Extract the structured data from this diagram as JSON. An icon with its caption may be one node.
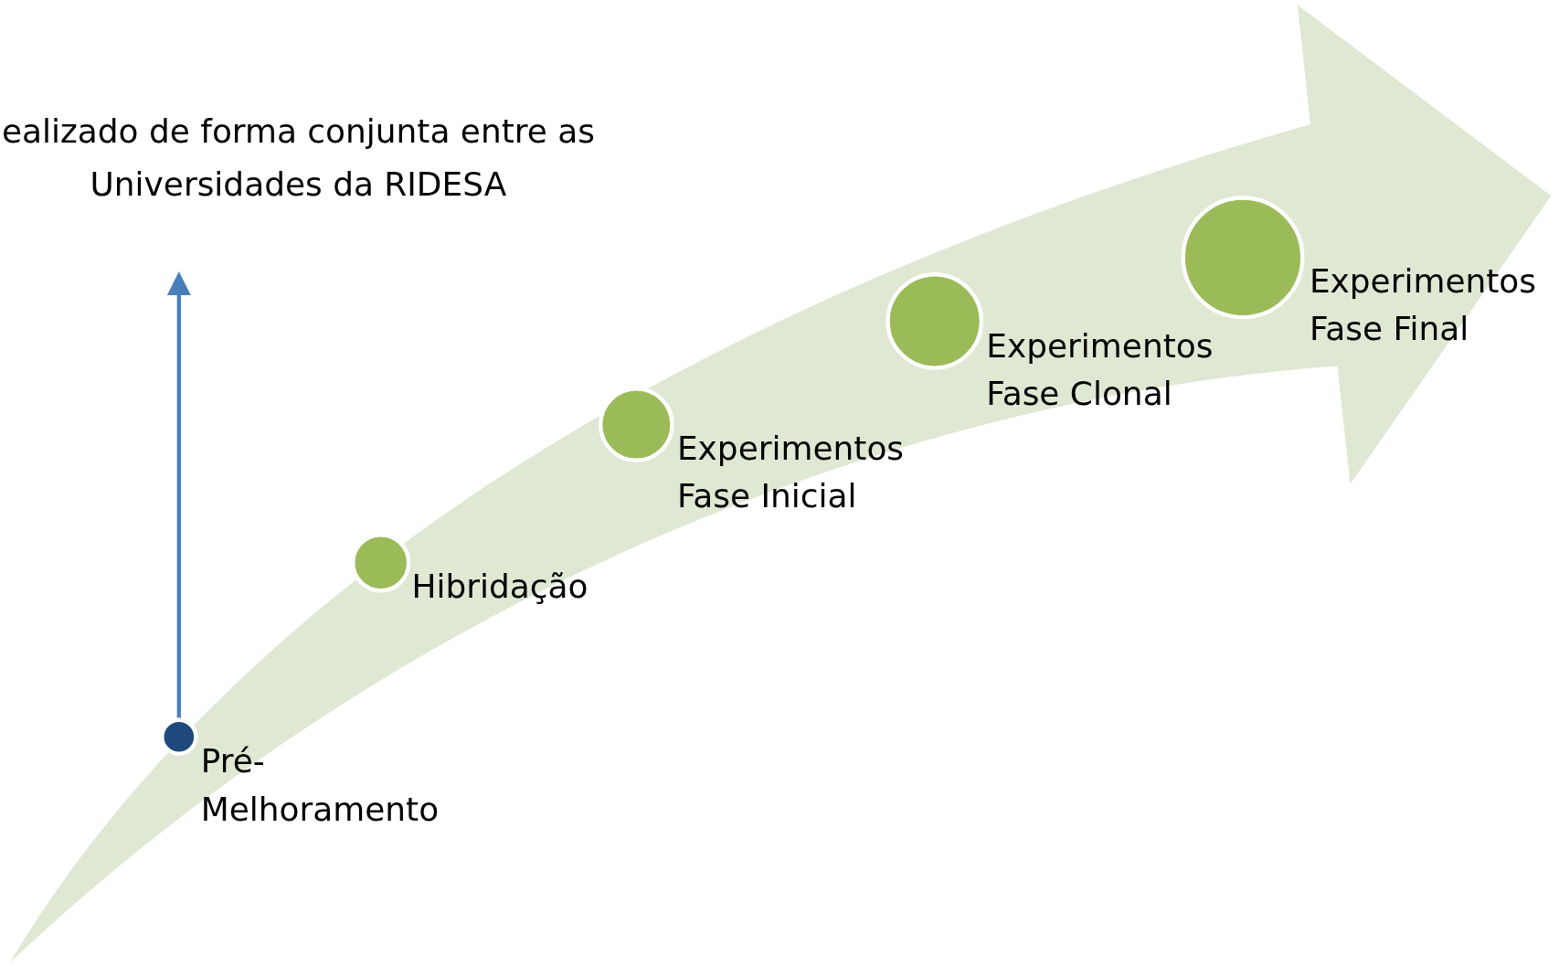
{
  "diagram": {
    "nodes": [
      {
        "text": [
          "ealizado de forma conjunta entre as Universidades da RIDESA"
        ]
      },
      {
        "text": [],
        "shape": "circle",
        "beside": [
          "Pré- Melhoramento"
        ]
      },
      {
        "text": [],
        "shape": "circle",
        "beside": [
          "Hibridação"
        ]
      },
      {
        "text": [],
        "shape": "circle",
        "beside": [
          "Experimentos Fase Inicial"
        ]
      },
      {
        "text": [],
        "shape": "circle",
        "beside": [
          "Experimentos Fase Clonal"
        ]
      },
      {
        "text": [],
        "shape": "circle",
        "beside": [
          "Experimentos Fase Final"
        ]
      }
    ],
    "edges": [
      {
        "from": 1,
        "to": 0,
        "arrow": "to",
        "color": "#4a7ebb"
      }
    ]
  }
}
